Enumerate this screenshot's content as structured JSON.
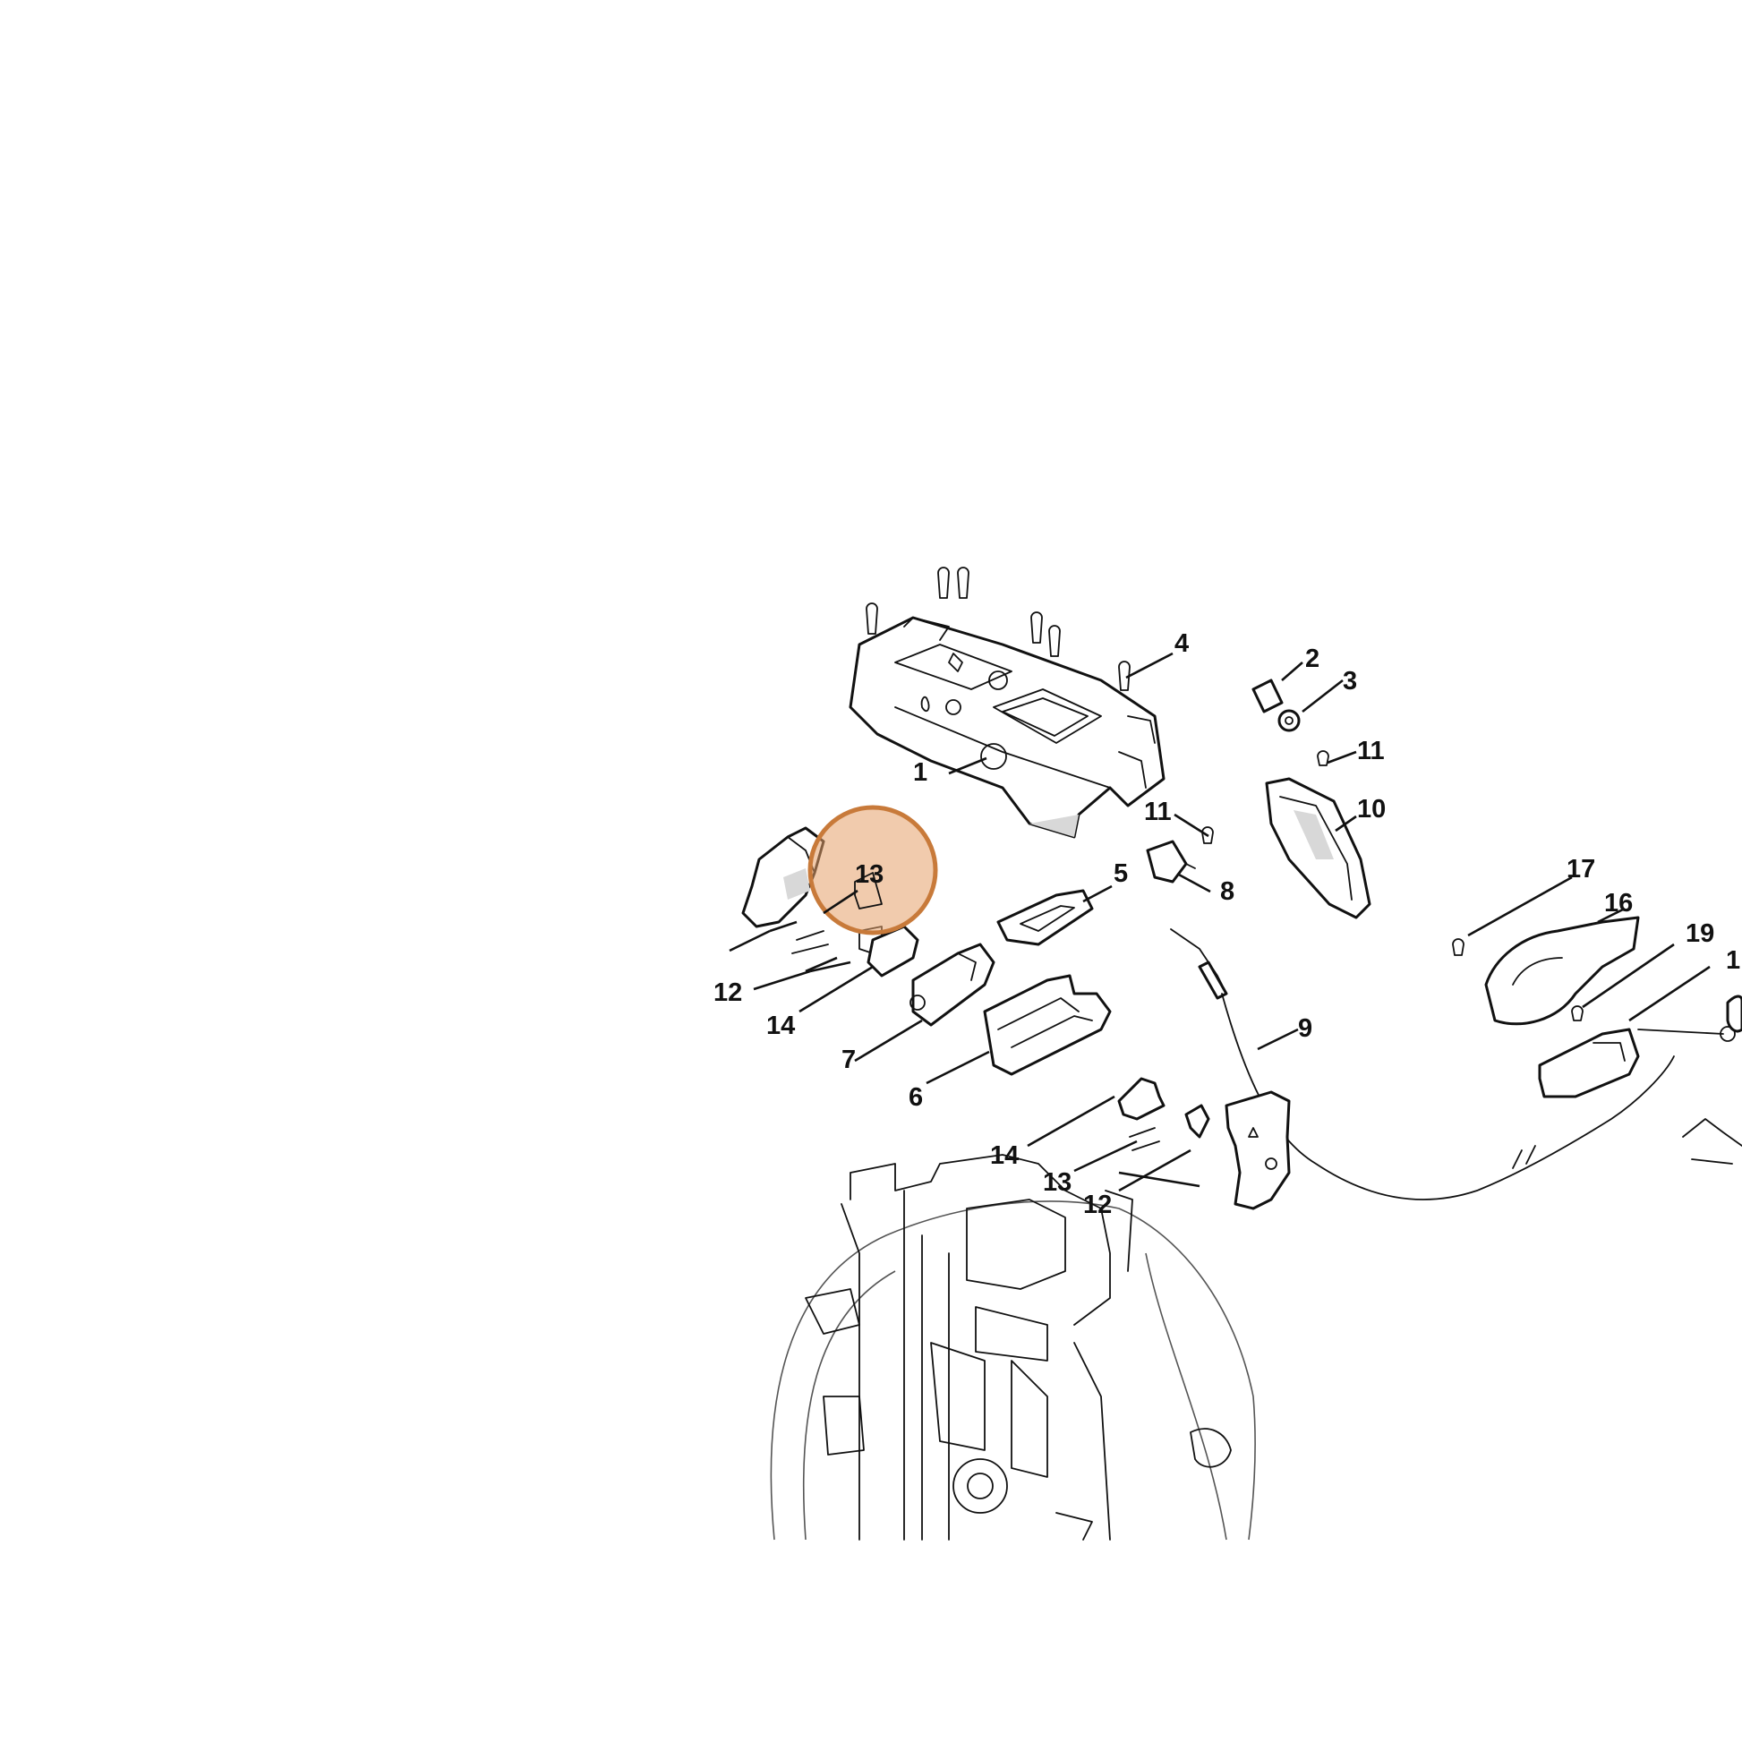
{
  "diagram": {
    "labels": [
      {
        "id": "p1",
        "text": "1"
      },
      {
        "id": "p2",
        "text": "2"
      },
      {
        "id": "p3",
        "text": "3"
      },
      {
        "id": "p4",
        "text": "4"
      },
      {
        "id": "p5",
        "text": "5"
      },
      {
        "id": "p6",
        "text": "6"
      },
      {
        "id": "p7",
        "text": "7"
      },
      {
        "id": "p8",
        "text": "8"
      },
      {
        "id": "p9",
        "text": "9"
      },
      {
        "id": "p10",
        "text": "10"
      },
      {
        "id": "p11a",
        "text": "11"
      },
      {
        "id": "p11b",
        "text": "11"
      },
      {
        "id": "p12a",
        "text": "12"
      },
      {
        "id": "p12b",
        "text": "12"
      },
      {
        "id": "p13a",
        "text": "13"
      },
      {
        "id": "p13b",
        "text": "13"
      },
      {
        "id": "p14a",
        "text": "14"
      },
      {
        "id": "p14b",
        "text": "14"
      },
      {
        "id": "p16",
        "text": "16"
      },
      {
        "id": "p17",
        "text": "17"
      },
      {
        "id": "p19",
        "text": "19"
      },
      {
        "id": "p1x",
        "text": "1"
      }
    ],
    "highlight": {
      "label": "13",
      "color": "#e6a06a",
      "stroke": "#c87a3a"
    }
  }
}
